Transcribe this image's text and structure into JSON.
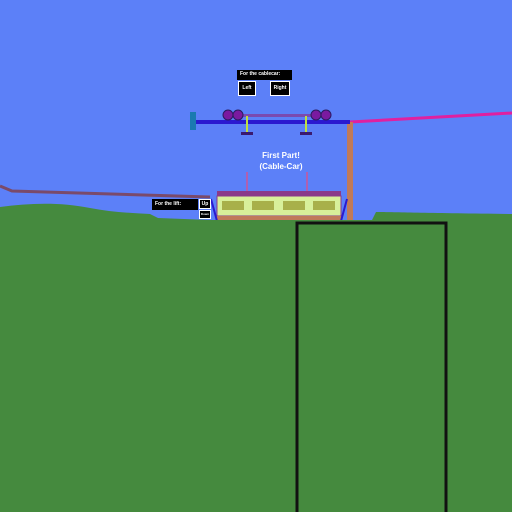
{
  "cablecar_controls": {
    "title": "For the cablecar:",
    "left_label": "Left",
    "right_label": "Right"
  },
  "lift_controls": {
    "title": "For the lift:",
    "up_label": "Up",
    "down_label": "Down"
  },
  "scene_label": {
    "line1": "First Part!",
    "line2": "(Cable-Car)"
  },
  "colors": {
    "sky": "#5c80f8",
    "ground": "#458a3e",
    "cable_left": "#7a4a6a",
    "cable_right": "#e020a0",
    "track_beam": "#2a1ad0",
    "pylon": "#c07a5a",
    "car_body": "#d8f09a",
    "car_roof": "#8a3a8a",
    "window": "#a8b04a",
    "wheel": "#7a1aa0"
  }
}
